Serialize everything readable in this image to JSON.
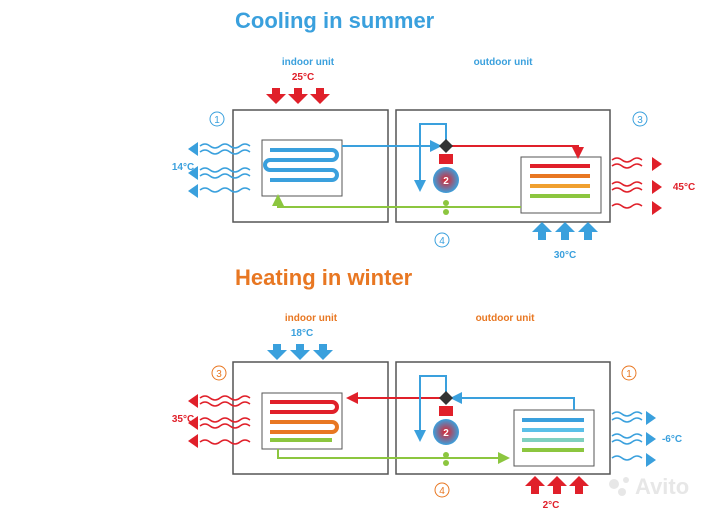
{
  "colors": {
    "blue": "#3aa0dd",
    "red": "#e0202a",
    "green": "#8cc63f",
    "orange": "#e87722",
    "box": "#555555",
    "watermark": "#cccccc"
  },
  "cooling": {
    "title": "Cooling in summer",
    "indoor_label": "indoor unit",
    "outdoor_label": "outdoor unit",
    "indoor_air_temp": "25°C",
    "left_temp": "14°C",
    "right_temp": "45°C",
    "outdoor_air_temp": "30°C",
    "marker_1": "1",
    "marker_2": "2",
    "marker_3": "3",
    "marker_4": "4"
  },
  "heating": {
    "title": "Heating in winter",
    "indoor_label": "indoor unit",
    "outdoor_label": "outdoor unit",
    "indoor_air_temp": "18°C",
    "left_temp": "35°C",
    "right_temp": "-6°C",
    "outdoor_air_temp": "2°C",
    "marker_1": "3",
    "marker_2": "2",
    "marker_3": "1",
    "marker_4": "4"
  },
  "watermark": "Avito"
}
